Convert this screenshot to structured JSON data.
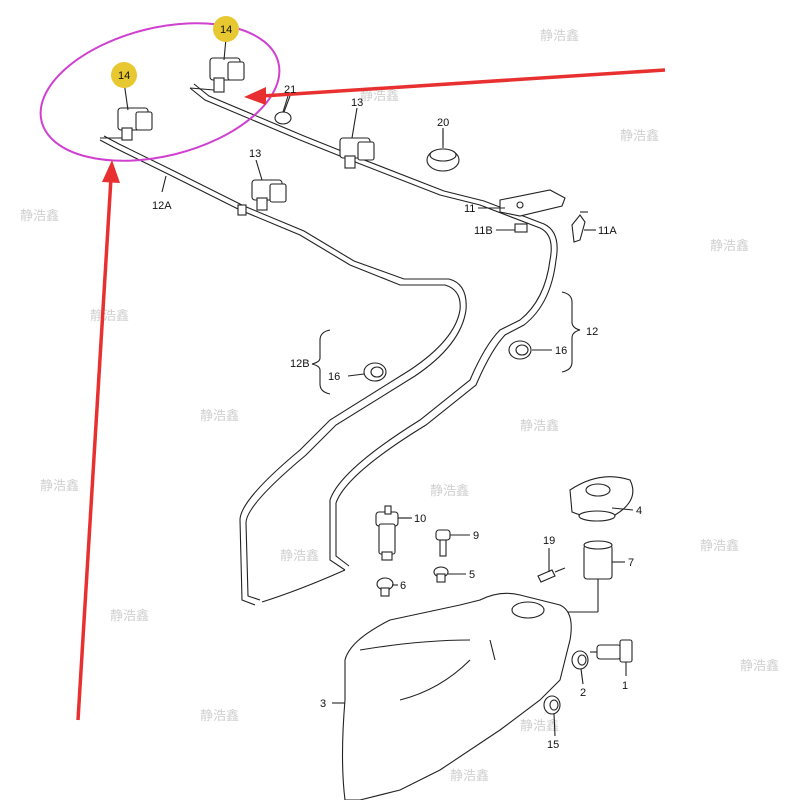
{
  "diagram": {
    "callouts": {
      "c14a": "14",
      "c14b": "14",
      "c21": "21",
      "c13a": "13",
      "c13b": "13",
      "c20": "20",
      "c11": "11",
      "c11b": "11B",
      "c11a": "11A",
      "c12a": "12A",
      "c12": "12",
      "c12b": "12B",
      "c16a": "16",
      "c16b": "16",
      "c10": "10",
      "c9": "9",
      "c4": "4",
      "c19": "19",
      "c7": "7",
      "c6": "6",
      "c5": "5",
      "c3": "3",
      "c2": "2",
      "c1": "1",
      "c15": "15"
    },
    "watermark": "静浩鑫",
    "colors": {
      "highlight_badge": "#e8c830",
      "highlight_ellipse": "#d040d0",
      "arrow": "#e83030",
      "line": "#222222",
      "watermark": "#d0d0d0"
    },
    "icons": [
      "washer-nozzle-icon",
      "washer-pump-icon",
      "washer-reservoir-icon",
      "filler-cap-icon",
      "level-sensor-icon",
      "grommet-icon",
      "bracket-icon"
    ]
  }
}
